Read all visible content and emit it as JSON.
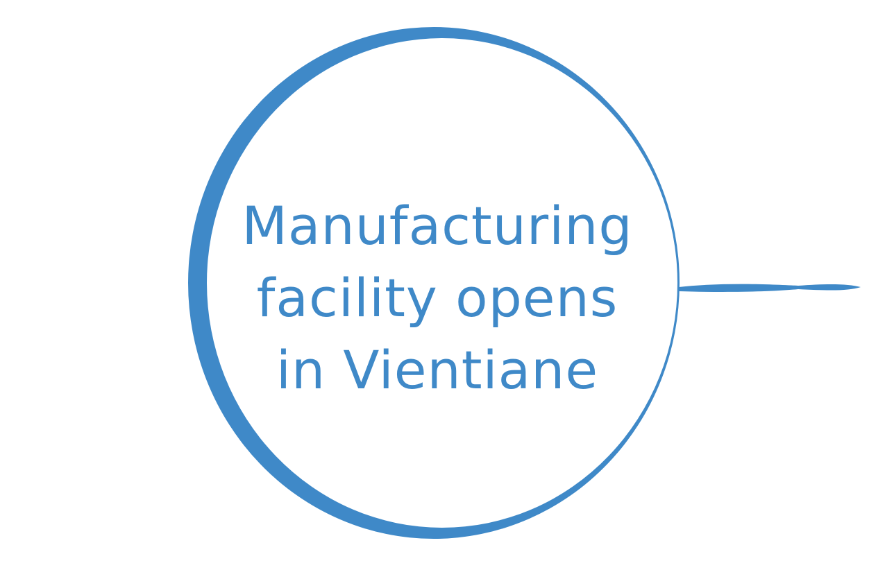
{
  "headline": {
    "lines": [
      "Manufacturing",
      "facility opens",
      "in Vientiane"
    ]
  },
  "colors": {
    "accent": "#3f89c8",
    "background": "#ffffff"
  },
  "shapes": {
    "ring": "circle-outline",
    "connector": "tapered-line-right"
  }
}
